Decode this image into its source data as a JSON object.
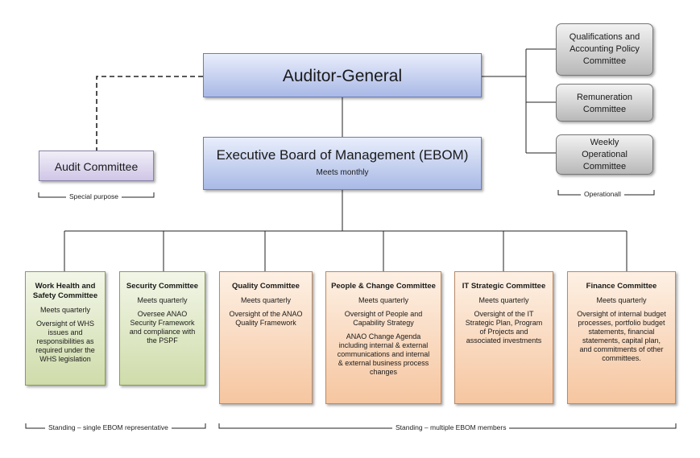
{
  "top": {
    "auditor_general": "Auditor-General",
    "ebom_title": "Executive Board of Management (EBOM)",
    "ebom_subtitle": "Meets monthly",
    "audit_committee": "Audit Committee"
  },
  "operational": [
    {
      "lines": [
        "Qualifications and",
        "Accounting Policy",
        "Committee"
      ]
    },
    {
      "lines": [
        "Remuneration",
        "Committee"
      ]
    },
    {
      "lines": [
        "Weekly",
        "Operational",
        "Committee"
      ]
    }
  ],
  "committees": [
    {
      "title": [
        "Work Health and",
        "Safety Committee"
      ],
      "meets": "Meets quarterly",
      "desc": [
        "Oversight of WHS",
        "issues and",
        "responsibilities as",
        "required under the",
        "WHS legislation"
      ],
      "desc2": []
    },
    {
      "title": [
        "Security Committee"
      ],
      "meets": "Meets quarterly",
      "desc": [
        "Oversee ANAO",
        "Security Framework",
        "and compliance with",
        "the PSPF"
      ],
      "desc2": []
    },
    {
      "title": [
        "Quality Committee"
      ],
      "meets": "Meets quarterly",
      "desc": [
        "Oversight of the ANAO",
        "Quality Framework"
      ],
      "desc2": []
    },
    {
      "title": [
        "People & Change Committee"
      ],
      "meets": "Meets quarterly",
      "desc": [
        "Oversight of People and",
        "Capability Strategy"
      ],
      "desc2": [
        "ANAO Change Agenda",
        "including internal & external",
        "communications and internal",
        "& external business process",
        "changes"
      ]
    },
    {
      "title": [
        "IT Strategic Committee"
      ],
      "meets": "Meets quarterly",
      "desc": [
        "Oversight of the IT",
        "Strategic Plan, Program",
        "of Projects and",
        "associated investments"
      ],
      "desc2": []
    },
    {
      "title": [
        "Finance Committee"
      ],
      "meets": "Meets quarterly",
      "desc": [
        "Oversight of internal budget",
        "processes, portfolio budget",
        "statements, financial",
        "statements, capital plan,",
        "and commitments of other",
        "committees."
      ],
      "desc2": []
    }
  ],
  "brackets": {
    "special": "Special purpose",
    "operational": "Operationall",
    "single": "Standing – single EBOM representative",
    "multiple": "Standing – multiple EBOM members"
  }
}
